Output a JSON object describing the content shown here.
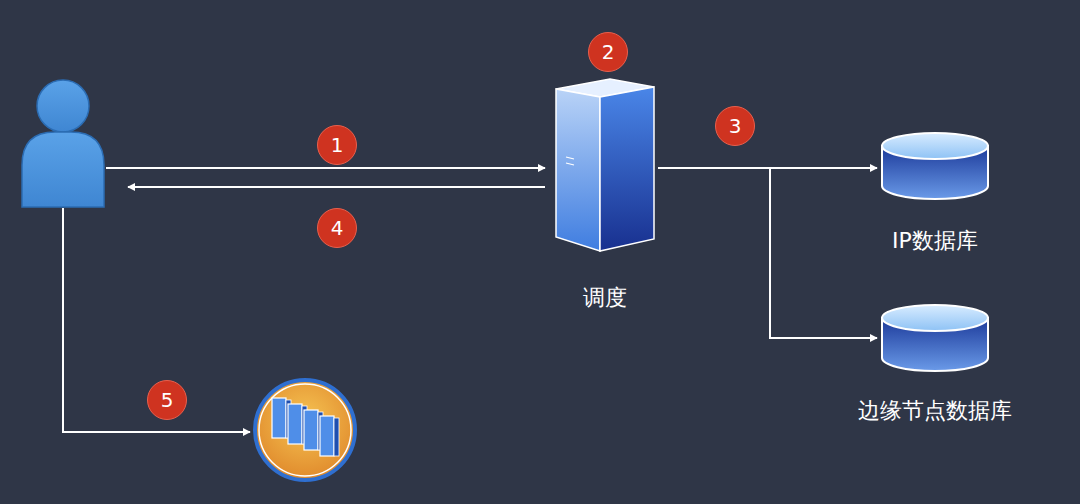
{
  "diagram": {
    "nodes": [
      {
        "text": [
          "调度"
        ]
      },
      {
        "text": [
          "IP数据库"
        ]
      },
      {
        "text": [
          "边缘节点数据库"
        ]
      }
    ],
    "edges": [
      {
        "from": 0,
        "to": 1,
        "arrow": "to"
      },
      {
        "from": 0,
        "to": 2,
        "arrow": "to"
      }
    ],
    "labels": [
      "1",
      "2",
      "3",
      "4",
      "5"
    ]
  }
}
